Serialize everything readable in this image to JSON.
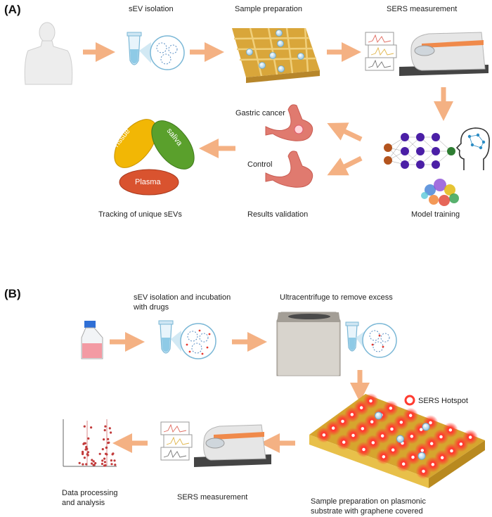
{
  "panel_a": {
    "label": "(A)",
    "steps": {
      "sev_isolation": "sEV isolation",
      "sample_preparation": "Sample preparation",
      "sers_measurement": "SERS measurement",
      "model_training": "Model training",
      "results_validation": "Results validation",
      "tracking": "Tracking of unique sEVs"
    },
    "classes": {
      "gastric_cancer": "Gastric cancer",
      "control": "Control"
    },
    "biofluids": {
      "tissue": "Tissue",
      "saliva": "saliva",
      "plasma": "Plasma"
    }
  },
  "panel_b": {
    "label": "(B)",
    "steps": {
      "isolation_line1": "sEV isolation and incubation",
      "isolation_line2": "with drugs",
      "ultracentrifuge": "Ultracentrifuge to remove excess",
      "hotspot_legend": "SERS Hotspot",
      "sample_prep_line1": "Sample preparation on plasmonic",
      "sample_prep_line2": "substrate with graphene covered",
      "sers_measurement": "SERS measurement",
      "data_line1": "Data processing",
      "data_line2": "and analysis"
    }
  },
  "colors": {
    "arrow": "#f4b183",
    "tissue": "#f2b705",
    "saliva": "#5aa02c",
    "plasma": "#d9532f",
    "substrate": "#e8b84a",
    "hotspot": "#e8372c",
    "stomach": "#e07a6f"
  }
}
